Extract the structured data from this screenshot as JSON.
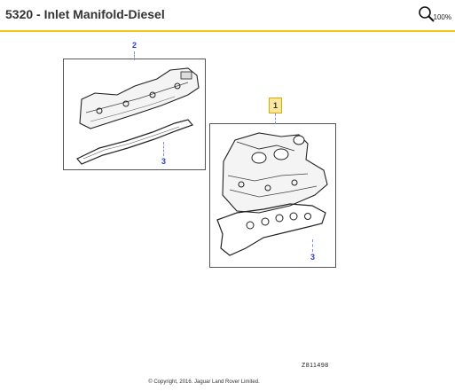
{
  "header": {
    "title": "5320 - Inlet Manifold-Diesel",
    "zoom_label": "100%"
  },
  "callouts": [
    {
      "id": "2"
    },
    {
      "id": "3"
    },
    {
      "id": "1",
      "highlighted": true
    },
    {
      "id": "3"
    }
  ],
  "diagram": {
    "ref": "Z811498"
  },
  "footer": {
    "copyright": "© Copyright, 2016. Jaguar Land Rover Limited."
  },
  "colors": {
    "accent": "#f5c518",
    "callout": "#2a3fd6"
  },
  "icons": {
    "zoom": "magnifier-icon"
  }
}
